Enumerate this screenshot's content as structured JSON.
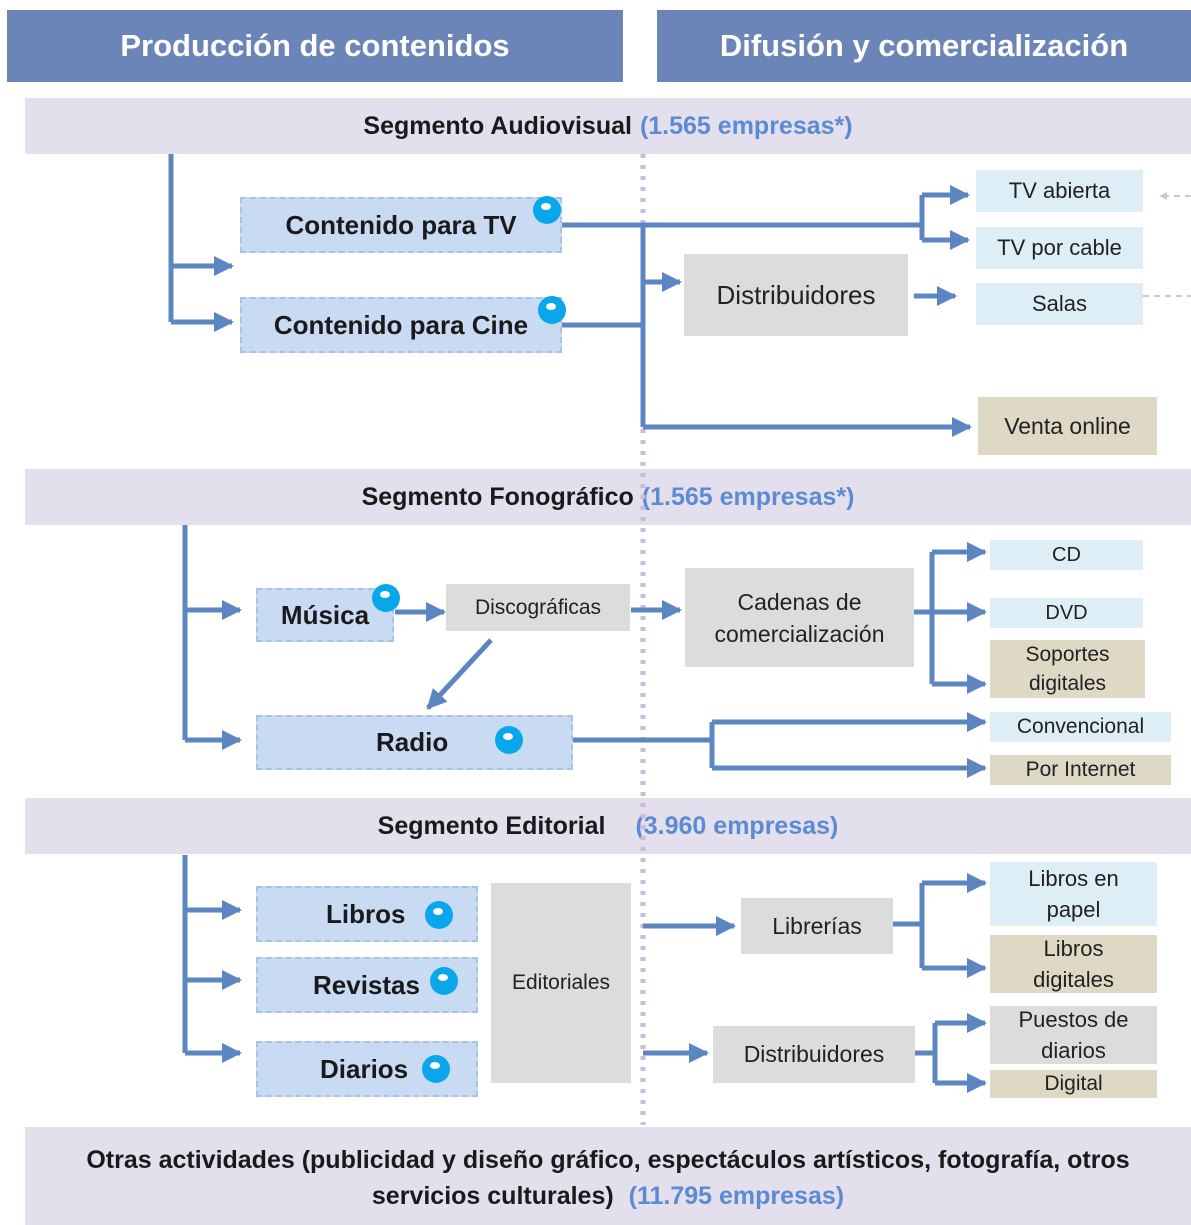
{
  "headers": {
    "production": "Producción de contenidos",
    "distribution": "Difusión y comercialización"
  },
  "audiovisual": {
    "title": "Segmento Audiovisual",
    "count": "(1.565 empresas*)",
    "content_tv": "Contenido para TV",
    "content_cine": "Contenido para Cine",
    "distributors": "Distribuidores",
    "tv_open": "TV abierta",
    "tv_cable": "TV por cable",
    "salas": "Salas",
    "online": "Venta online"
  },
  "phonographic": {
    "title": "Segmento Fonográfico",
    "count": "(1.565 empresas*)",
    "music": "Música",
    "labels": "Discográficas",
    "chains": "Cadenas  de comercialización",
    "cd": "CD",
    "dvd": "DVD",
    "digital_media": "Soportes digitales",
    "radio": "Radio",
    "conventional": "Convencional",
    "internet": "Por Internet"
  },
  "editorial": {
    "title": "Segmento Editorial",
    "count": "(3.960 empresas)",
    "books": "Libros",
    "magazines": "Revistas",
    "newspapers": "Diarios",
    "publishers": "Editoriales",
    "bookstores": "Librerías",
    "distributors": "Distribuidores",
    "paper_books": "Libros en papel",
    "digital_books": "Libros digitales",
    "kiosks": "Puestos de diarios",
    "digital": "Digital"
  },
  "other": {
    "text": "Otras actividades (publicidad y diseño gráfico, espectáculos artísticos, fotografía, otros servicios culturales)",
    "count": "(11.795 empresas)"
  },
  "colors": {
    "header": "#6c85b9",
    "band": "#e4dfec",
    "accent_count": "#5b8bd4",
    "connector": "#5b86c2",
    "bubble": "#0aa6ec"
  }
}
